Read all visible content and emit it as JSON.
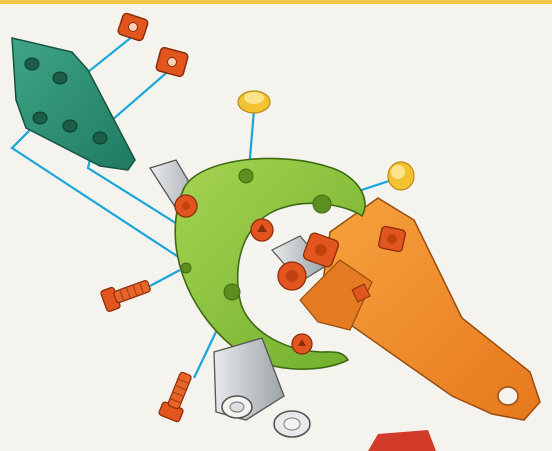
{
  "diagram": {
    "kind": "exploded-assembly",
    "parts": [
      {
        "id": "bracket-plate",
        "label": "",
        "color": "#2f8f73"
      },
      {
        "id": "square-nut",
        "label": "",
        "color": "#e2551f"
      },
      {
        "id": "washer-cap",
        "label": "",
        "color": "#f0c030"
      },
      {
        "id": "curved-strip",
        "label": "",
        "color": "#8dc63f"
      },
      {
        "id": "angle-bracket",
        "label": "",
        "color": "#c8ccd0"
      },
      {
        "id": "arm-plate",
        "label": "",
        "color": "#f2902a"
      },
      {
        "id": "screw",
        "label": "",
        "color": "#e2551f"
      },
      {
        "id": "round-nut",
        "label": "",
        "color": "#e2551f"
      }
    ],
    "connector_color": "#19a6d8",
    "background_color": "#f4f3ee"
  }
}
